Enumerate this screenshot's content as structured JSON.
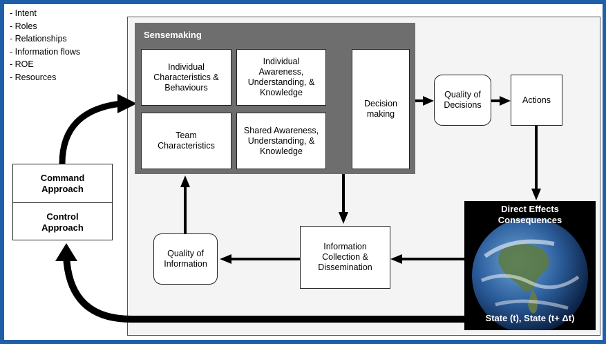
{
  "list_items": [
    "- Intent",
    "- Roles",
    "- Relationships",
    "- Information flows",
    "- ROE",
    "- Resources"
  ],
  "sensemaking": {
    "title": "Sensemaking",
    "individual_characteristics": "Individual Characteristics & Behaviours",
    "individual_awareness": "Individual Awareness, Understanding, & Knowledge",
    "team_characteristics": "Team Characteristics",
    "shared_awareness": "Shared Awareness, Understanding, & Knowledge",
    "decision_making": "Decision making"
  },
  "quality_of_decisions": "Quality of Decisions",
  "actions": "Actions",
  "command_approach": "Command Approach",
  "control_approach": "Control Approach",
  "quality_of_information": "Quality of Information",
  "information_collection": "Information Collection & Dissemination",
  "earth": {
    "title": "Direct Effects Consequences",
    "state": "State (t), State (t+ Δt)"
  },
  "colors": {
    "frame_blue": "#1f5ea8",
    "sensemaking_gray": "#6e6e6e"
  }
}
